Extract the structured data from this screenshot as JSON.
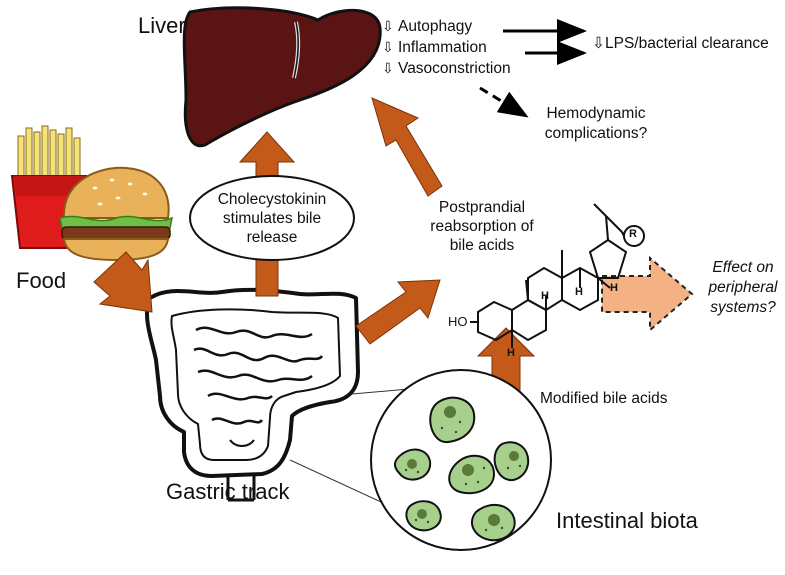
{
  "labels": {
    "liver": "Liver",
    "food": "Food",
    "gastric_track": "Gastric track",
    "intestinal_biota": "Intestinal biota",
    "cholecystokinin_line1": "Cholecystokinin",
    "cholecystokinin_line2": "stimulates bile",
    "cholecystokinin_line3": "release",
    "reabsorption_line1": "Postprandial",
    "reabsorption_line2": "reabsorption of",
    "reabsorption_line3": "bile acids",
    "modified_bile_acids": "Modified bile acids",
    "lps_clearance": "LPS/bacterial clearance",
    "hemodynamic_line1": "Hemodynamic",
    "hemodynamic_line2": "complications?",
    "effect_line1": "Effect on",
    "effect_line2": "peripheral",
    "effect_line3": "systems?",
    "molecule_r": "R",
    "molecule_ho": "HO",
    "molecule_h": "H"
  },
  "liver_effects": [
    {
      "direction": "⇩",
      "text": "Autophagy"
    },
    {
      "direction": "⇩",
      "text": "Inflammation"
    },
    {
      "direction": "⇩",
      "text": "Vasoconstriction"
    }
  ],
  "colors": {
    "arrow_orange": "#c45a1a",
    "arrow_light": "#f4b183",
    "liver": "#5b1414",
    "bacteria": "#a7d08c",
    "fries_box": "#e01b1b",
    "fries": "#f6e27a",
    "bun": "#e8b15a",
    "lettuce": "#6fbf44"
  }
}
